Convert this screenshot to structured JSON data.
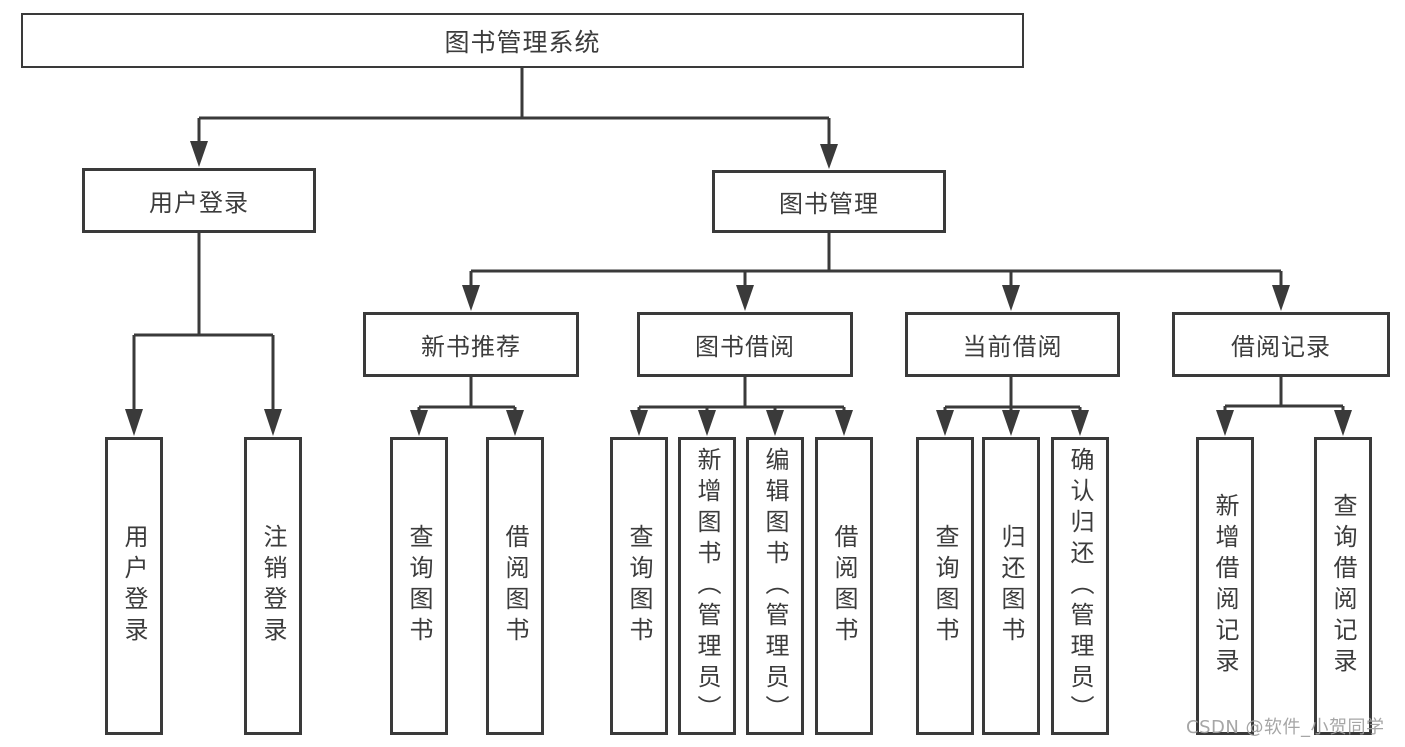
{
  "colors": {
    "line": "#3a3a3a",
    "border": "#3a3a3a",
    "text": "#3c3c3c",
    "background": "#ffffff",
    "watermark": "#9e9e9e"
  },
  "watermark": {
    "text": "CSDN @软件_小贺同学"
  },
  "nodes": {
    "root": {
      "label": "图书管理系统"
    },
    "user_login": {
      "label": "用户登录"
    },
    "book_mgmt": {
      "label": "图书管理"
    },
    "new_book_rec": {
      "label": "新书推荐"
    },
    "book_borrow": {
      "label": "图书借阅"
    },
    "current_borrow": {
      "label": "当前借阅"
    },
    "borrow_records": {
      "label": "借阅记录"
    },
    "leaf_user_login": {
      "label": "用户登录"
    },
    "leaf_logout": {
      "label": "注销登录"
    },
    "leaf_query_books_rec": {
      "label": "查询图书"
    },
    "leaf_borrow_books_rec": {
      "label": "借阅图书"
    },
    "leaf_query_books_borrow": {
      "label": "查询图书"
    },
    "leaf_add_books": {
      "label": "新增图书（管理员）"
    },
    "leaf_edit_books": {
      "label": "编辑图书（管理员）"
    },
    "leaf_borrow_books_borrow": {
      "label": "借阅图书"
    },
    "leaf_query_books_current": {
      "label": "查询图书"
    },
    "leaf_return_books": {
      "label": "归还图书"
    },
    "leaf_confirm_return": {
      "label": "确认归还（管理员）"
    },
    "leaf_add_record": {
      "label": "新增借阅记录"
    },
    "leaf_query_record": {
      "label": "查询借阅记录"
    }
  },
  "hierarchy": {
    "root": [
      "user_login",
      "book_mgmt"
    ],
    "user_login": [
      "leaf_user_login",
      "leaf_logout"
    ],
    "book_mgmt": [
      "new_book_rec",
      "book_borrow",
      "current_borrow",
      "borrow_records"
    ],
    "new_book_rec": [
      "leaf_query_books_rec",
      "leaf_borrow_books_rec"
    ],
    "book_borrow": [
      "leaf_query_books_borrow",
      "leaf_add_books",
      "leaf_edit_books",
      "leaf_borrow_books_borrow"
    ],
    "current_borrow": [
      "leaf_query_books_current",
      "leaf_return_books",
      "leaf_confirm_return"
    ],
    "borrow_records": [
      "leaf_add_record",
      "leaf_query_record"
    ]
  }
}
